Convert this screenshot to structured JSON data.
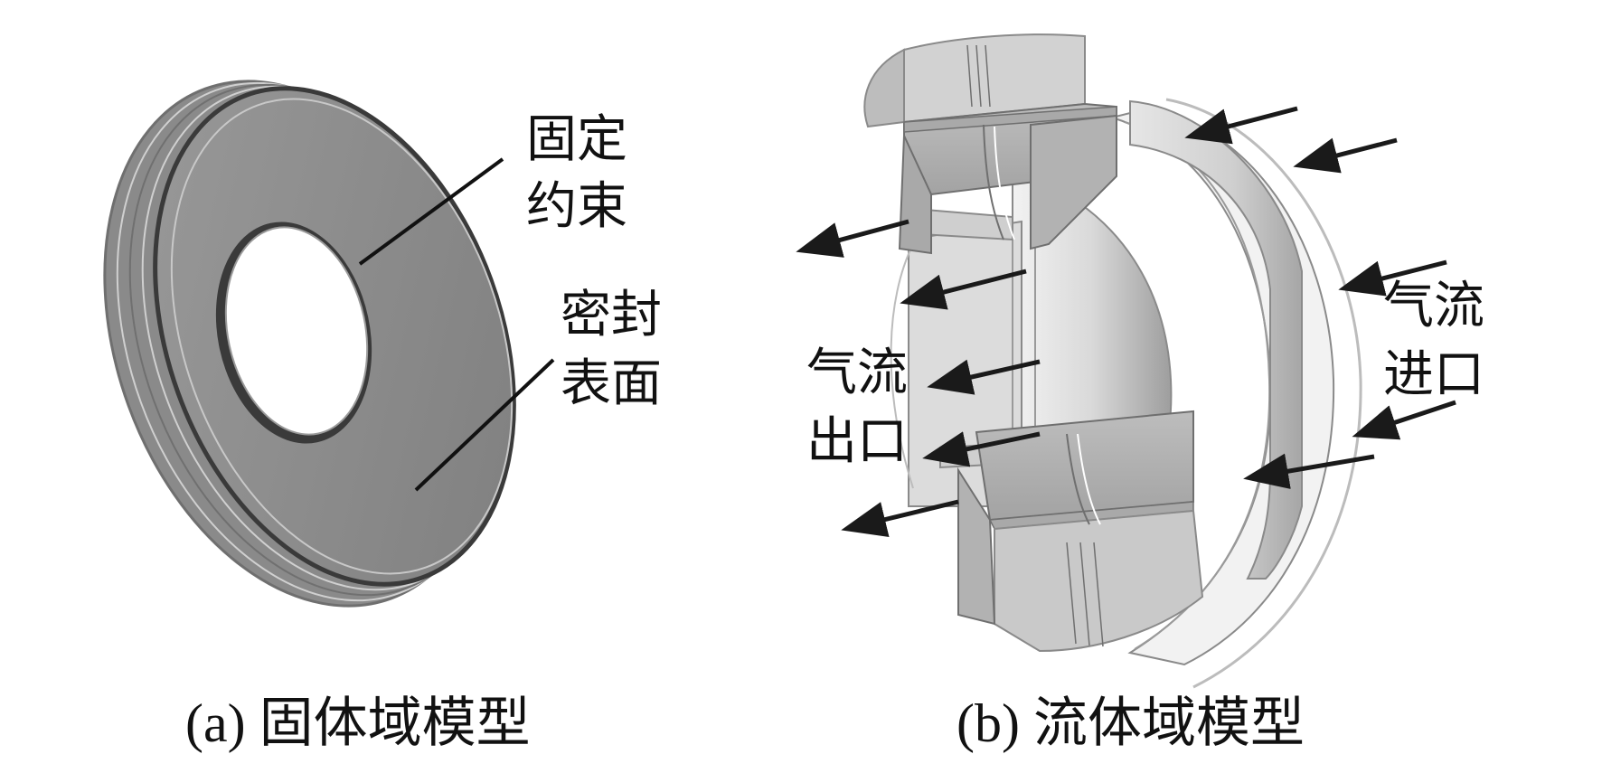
{
  "panel_a": {
    "label_fixed_line1": "固定",
    "label_fixed_line2": "约束",
    "label_seal_line1": "密封",
    "label_seal_line2": "表面",
    "caption": "(a) 固体域模型"
  },
  "panel_b": {
    "label_outlet_line1": "气流",
    "label_outlet_line2": "出口",
    "label_inlet_line1": "气流",
    "label_inlet_line2": "进口",
    "caption": "(b) 流体域模型"
  },
  "colors": {
    "disc_face": "#8e8e8e",
    "disc_edge": "#6a6a6a",
    "fluid_light": "#d8d8d8",
    "fluid_mid": "#b4b4b4",
    "arrow": "#1a1a1a"
  }
}
